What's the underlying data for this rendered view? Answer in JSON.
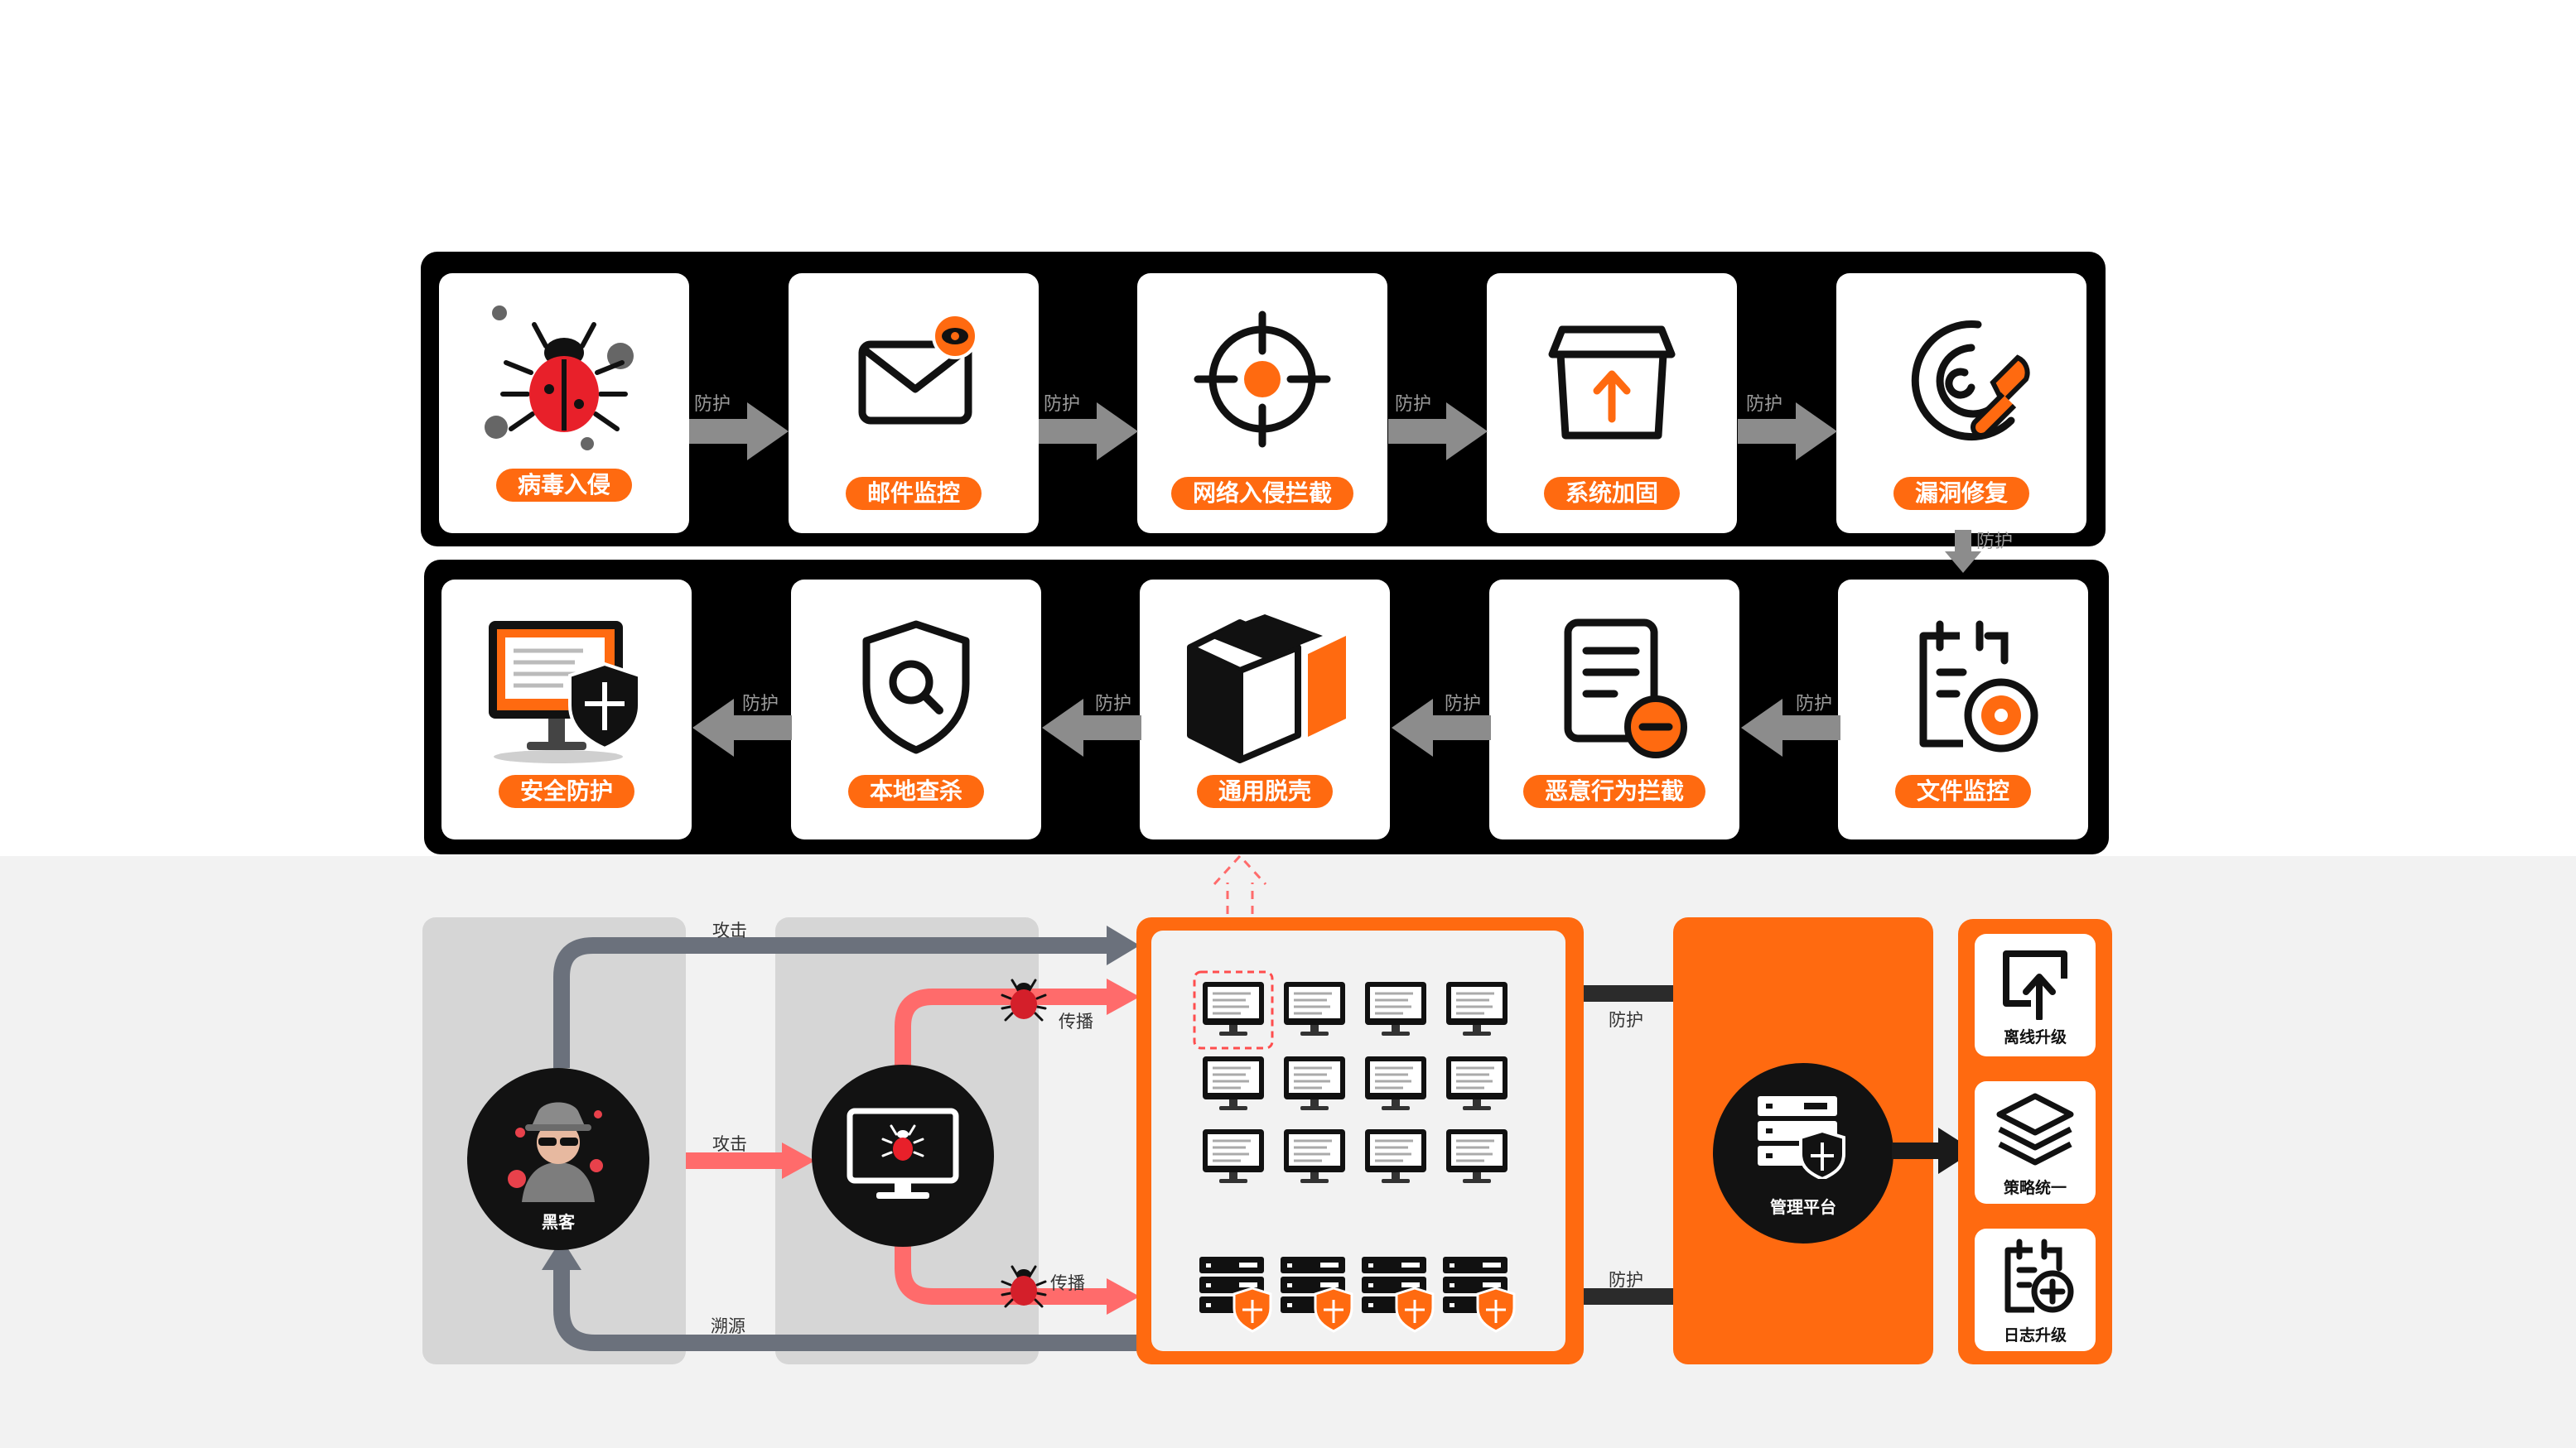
{
  "top_row": [
    {
      "label": "病毒入侵",
      "icon": "virus-bug-icon"
    },
    {
      "label": "邮件监控",
      "icon": "mail-monitor-icon"
    },
    {
      "label": "网络入侵拦截",
      "icon": "crosshair-target-icon"
    },
    {
      "label": "系统加固",
      "icon": "box-upload-icon"
    },
    {
      "label": "漏洞修复",
      "icon": "wrench-signal-icon"
    }
  ],
  "bottom_row": [
    {
      "label": "安全防护",
      "icon": "monitor-shield-icon"
    },
    {
      "label": "本地查杀",
      "icon": "shield-search-icon"
    },
    {
      "label": "通用脱壳",
      "icon": "cube-shell-icon"
    },
    {
      "label": "恶意行为拦截",
      "icon": "document-block-icon"
    },
    {
      "label": "文件监控",
      "icon": "clipboard-watch-icon"
    }
  ],
  "arrow_label": "防护",
  "flow": {
    "hacker_label": "黑客",
    "attack_label": "攻击",
    "spread_label": "传播",
    "trace_label": "溯源",
    "protect_label": "防护",
    "platform_label": "管理平台"
  },
  "side_items": [
    {
      "label": "离线升级",
      "icon": "offline-upgrade-icon"
    },
    {
      "label": "策略统一",
      "icon": "layers-policy-icon"
    },
    {
      "label": "日志升级",
      "icon": "log-add-icon"
    }
  ],
  "colors": {
    "accent": "#ff6a10",
    "dark": "#000000",
    "gray_arrow": "#8c8c8c",
    "flow_gray": "#6b717c",
    "spread_red": "#ff6b6b"
  }
}
